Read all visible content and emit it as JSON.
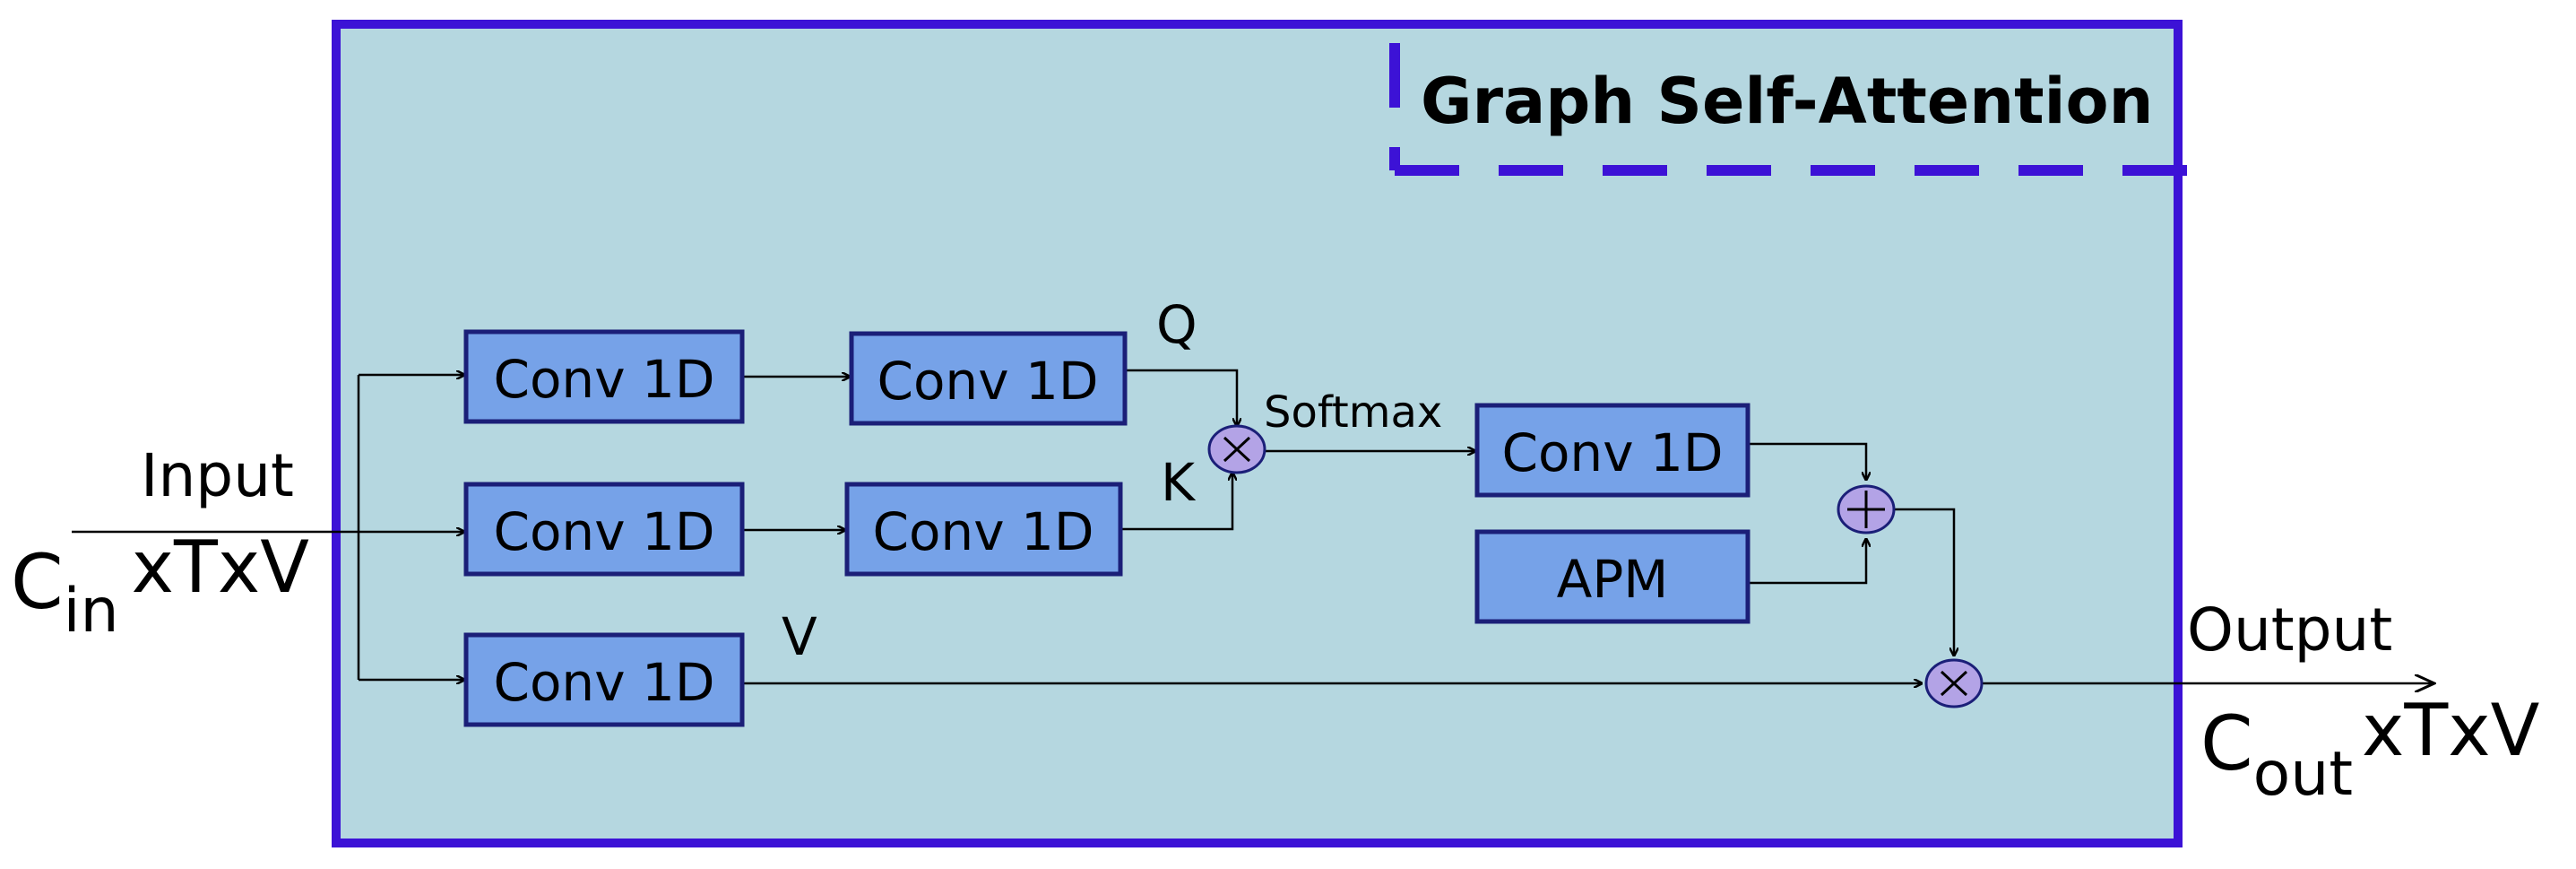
{
  "diagram": {
    "title": "Graph Self-Attention",
    "input_label": "Input",
    "input_shape": {
      "main": "C",
      "sub": "in",
      "rest": "xTxV"
    },
    "output_label": "Output",
    "output_shape": {
      "main": "C",
      "sub": "out",
      "rest": "xTxV"
    },
    "q_label": "Q",
    "k_label": "K",
    "v_label": "V",
    "softmax_label": "Softmax",
    "boxes": {
      "conv_q1": "Conv 1D",
      "conv_q2": "Conv 1D",
      "conv_k1": "Conv 1D",
      "conv_k2": "Conv 1D",
      "conv_v": "Conv 1D",
      "conv_att": "Conv 1D",
      "apm": "APM"
    },
    "colors": {
      "outer_fill": "#b5d7e0",
      "outer_border": "#3c12d6",
      "box_fill": "#76a2e8",
      "box_border": "#1b1f78",
      "operator_fill": "#b3a3e6"
    }
  }
}
